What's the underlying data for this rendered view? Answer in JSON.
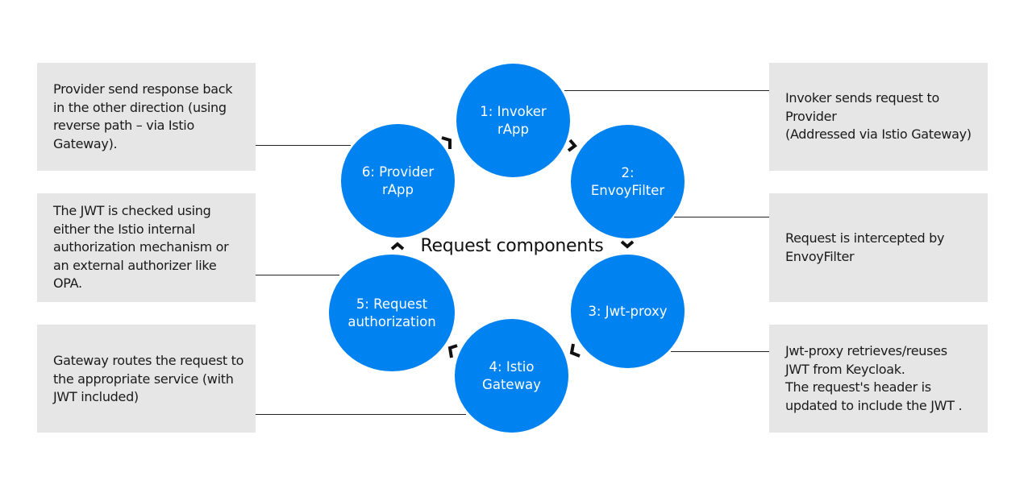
{
  "center_label": "Request components",
  "colors": {
    "circle": "#0082f0",
    "box": "#e6e6e6"
  },
  "steps": [
    {
      "label": "1: Invoker\nrApp"
    },
    {
      "label": "2:\nEnvoyFilter"
    },
    {
      "label": "3: Jwt-proxy"
    },
    {
      "label": "4: Istio\nGateway"
    },
    {
      "label": "5: Request\nauthorization"
    },
    {
      "label": "6: Provider\nrApp"
    }
  ],
  "notes": {
    "left": [
      "Provider send response back\nin the other direction (using\nreverse path – via Istio\nGateway).",
      "The JWT is checked using\neither the Istio internal\nauthorization mechanism or\nan external authorizer like\nOPA.",
      "Gateway routes the request to\nthe appropriate service (with\nJWT included)"
    ],
    "right": [
      "Invoker sends request to\nProvider\n(Addressed via Istio Gateway)",
      "Request is intercepted by\nEnvoyFilter",
      "Jwt-proxy retrieves/reuses\nJWT from Keycloak.\nThe request's header is\nupdated to include the JWT ."
    ]
  }
}
